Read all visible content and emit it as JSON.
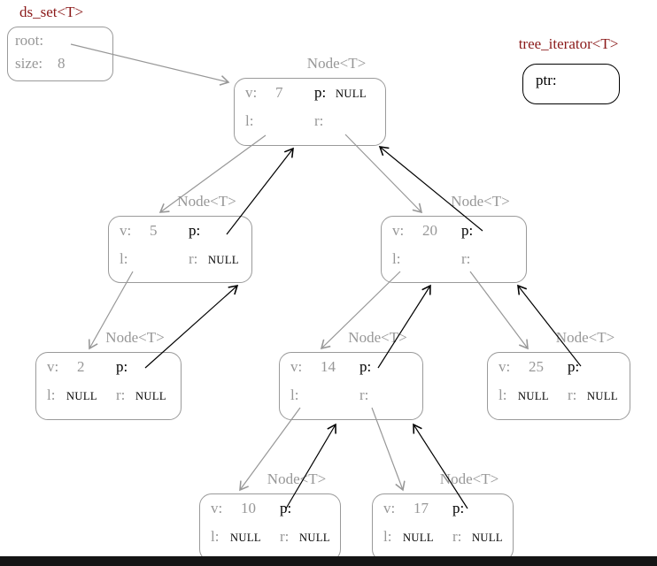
{
  "ds_set": {
    "title": "ds_set<T>",
    "root_label": "root:",
    "size_label": "size:",
    "size_value": "8"
  },
  "tree_iterator": {
    "title": "tree_iterator<T>",
    "ptr_label": "ptr:"
  },
  "node_title": "Node<T>",
  "field_labels": {
    "v": "v:",
    "p": "p:",
    "l": "l:",
    "r": "r:"
  },
  "nodes": [
    {
      "v": "7",
      "p": "NULL",
      "l": "",
      "r": ""
    },
    {
      "v": "5",
      "p": "",
      "l": "",
      "r": "NULL"
    },
    {
      "v": "20",
      "p": "",
      "l": "",
      "r": ""
    },
    {
      "v": "2",
      "p": "",
      "l": "NULL",
      "r": "NULL"
    },
    {
      "v": "14",
      "p": "",
      "l": "",
      "r": ""
    },
    {
      "v": "25",
      "p": "",
      "l": "NULL",
      "r": "NULL"
    },
    {
      "v": "10",
      "p": "",
      "l": "NULL",
      "r": "NULL"
    },
    {
      "v": "17",
      "p": "",
      "l": "NULL",
      "r": "NULL"
    }
  ],
  "colors": {
    "accent_red": "#8b1a1a",
    "structure_gray": "#979797",
    "pointer_black": "#000000"
  },
  "tree": {
    "size": 8,
    "root_value": 7,
    "child_edges": [
      "root→7",
      "7.l→5",
      "7.r→20",
      "5.l→2",
      "20.l→14",
      "20.r→25",
      "14.l→10",
      "14.r→17"
    ],
    "parent_edges": [
      "5.p→7",
      "20.p→7",
      "2.p→5",
      "14.p→20",
      "25.p→20",
      "10.p→14",
      "17.p→14"
    ]
  }
}
